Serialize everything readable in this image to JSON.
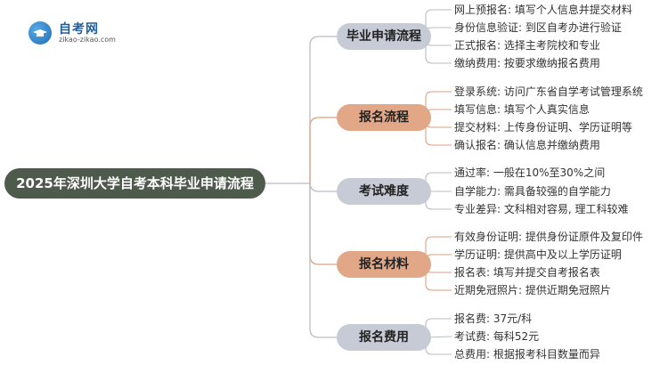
{
  "logo": {
    "title": "自考网",
    "url": "zikao-zikao.com"
  },
  "root": {
    "label": "2025年深圳大学自考本科毕业申请流程"
  },
  "branches": [
    {
      "label": "毕业申请流程",
      "color": "#c7cbd6",
      "leaves": [
        "网上预报名: 填写个人信息并提交材料",
        "身份信息验证: 到区自考办进行验证",
        "正式报名: 选择主考院校和专业",
        "缴纳费用: 按要求缴纳报名费用"
      ]
    },
    {
      "label": "报名流程",
      "color": "#e2a787",
      "leaves": [
        "登录系统: 访问广东省自学考试管理系统",
        "填写信息: 填写个人真实信息",
        "提交材料: 上传身份证明、学历证明等",
        "确认报名: 确认信息并缴纳费用"
      ]
    },
    {
      "label": "考试难度",
      "color": "#c7cbd6",
      "leaves": [
        "通过率: 一般在10%至30%之间",
        "自学能力: 需具备较强的自学能力",
        "专业差异: 文科相对容易, 理工科较难"
      ]
    },
    {
      "label": "报名材料",
      "color": "#e2a787",
      "leaves": [
        "有效身份证明: 提供身份证原件及复印件",
        "学历证明: 提供高中及以上学历证明",
        "报名表: 填写并提交自考报名表",
        "近期免冠照片: 提供近期免冠照片"
      ]
    },
    {
      "label": "报名费用",
      "color": "#c7cbd6",
      "leaves": [
        "报名费: 37元/科",
        "考试费: 每科52元",
        "总费用: 根据报考科目数量而异"
      ]
    }
  ],
  "colors": {
    "root": "#4e5a4b",
    "branch_grey": "#c7cbd6",
    "branch_orange": "#e2a787",
    "line_grey": "#b9bcc4",
    "line_orange": "#dba284"
  }
}
